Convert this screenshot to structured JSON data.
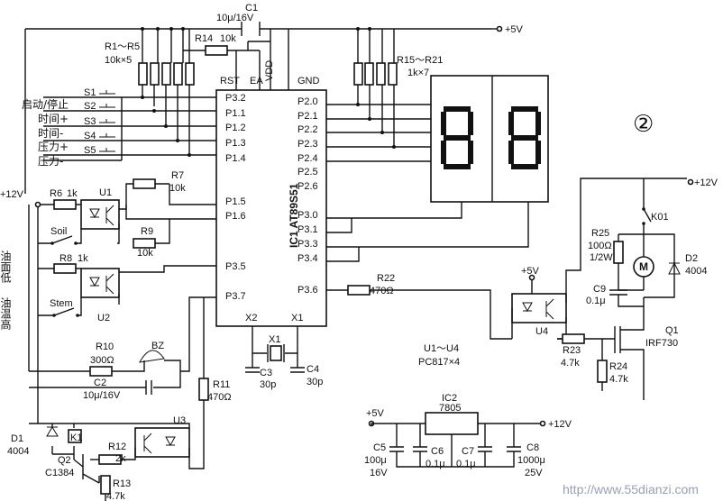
{
  "diagram": {
    "circled_number": "②",
    "watermark": "http://www.55dianzi.com"
  },
  "mcu": {
    "name": "IC1 AT89S51",
    "top_pins": [
      "RST",
      "EA",
      "VDD",
      "GND"
    ],
    "left_pins": [
      "P3.2",
      "P1.1",
      "P1.2",
      "P1.3",
      "P1.4",
      "P1.5",
      "P1.6",
      "P3.5",
      "P3.7"
    ],
    "right_pins": [
      "P2.0",
      "P2.1",
      "P2.2",
      "P2.3",
      "P2.4",
      "P2.5",
      "P2.6",
      "P3.0",
      "P3.1",
      "P3.3",
      "P3.4",
      "P3.6"
    ],
    "bottom_pins": [
      "X2",
      "X1"
    ]
  },
  "switches": [
    {
      "ref": "S1",
      "label": "启动/停止"
    },
    {
      "ref": "S2",
      "label": "时间+"
    },
    {
      "ref": "S3",
      "label": "时间-"
    },
    {
      "ref": "S4",
      "label": "压力+"
    },
    {
      "ref": "S5",
      "label": "压力-"
    }
  ],
  "labels": {
    "c1": "C1",
    "c1_val": "10μ/16V",
    "plus5v_top": "+5V",
    "r1r5": "R1～R5",
    "r1r5_val": "10k×5",
    "r14": "R14",
    "r14_val": "10k",
    "r15r21": "R15～R21",
    "r15r21_val": "1k×7",
    "plus12v_left": "+12V",
    "r6": "R6",
    "r6_val": "1k",
    "u1": "U1",
    "r7": "R7",
    "r7_val": "10k",
    "r9": "R9",
    "r9_val": "10k",
    "soil": "Soil",
    "r8": "R8",
    "r8_val": "1k",
    "stem": "Stem",
    "u2": "U2",
    "oil_low": "油面低",
    "oil_high": "油温高",
    "r10": "R10",
    "r10_val": "300Ω",
    "bz": "BZ",
    "c2": "C2",
    "c2_val": "10μ/16V",
    "r11": "R11",
    "r11_val": "470Ω",
    "x1_crystal": "X1",
    "c3": "C3",
    "c3_val": "30p",
    "c4": "C4",
    "c4_val": "30p",
    "u1u4": "U1～U4",
    "u1u4_val": "PC817×4",
    "r22": "R22",
    "r22_val": "470Ω",
    "plus5v_u4": "+5V",
    "u4": "U4",
    "plus12v_right": "+12V",
    "k01": "K01",
    "r25": "R25",
    "r25_val1": "100Ω",
    "r25_val2": "1/2W",
    "motor": "M",
    "d2": "D2",
    "d2_val": "4004",
    "c9": "C9",
    "c9_val": "0.1μ",
    "q1": "Q1",
    "q1_val": "IRF730",
    "r23": "R23",
    "r23_val": "4.7k",
    "r24": "R24",
    "r24_val": "4.7k",
    "u3": "U3",
    "d1": "D1",
    "d1_val": "4004",
    "k1": "K1",
    "r12": "R12",
    "r12_val": "2k",
    "q2": "Q2",
    "q2_val": "C1384",
    "r13": "R13",
    "r13_val": "4.7k",
    "ic2": "IC2",
    "ic2_val": "7805",
    "plus5v_reg": "+5V",
    "plus12v_reg": "+12V",
    "c5": "C5",
    "c5_val1": "100μ",
    "c5_val2": "16V",
    "c6": "C6",
    "c6_val": "0.1μ",
    "c7": "C7",
    "c7_val": "0.1μ",
    "c8": "C8",
    "c8_val1": "1000μ",
    "c8_val2": "25V"
  }
}
